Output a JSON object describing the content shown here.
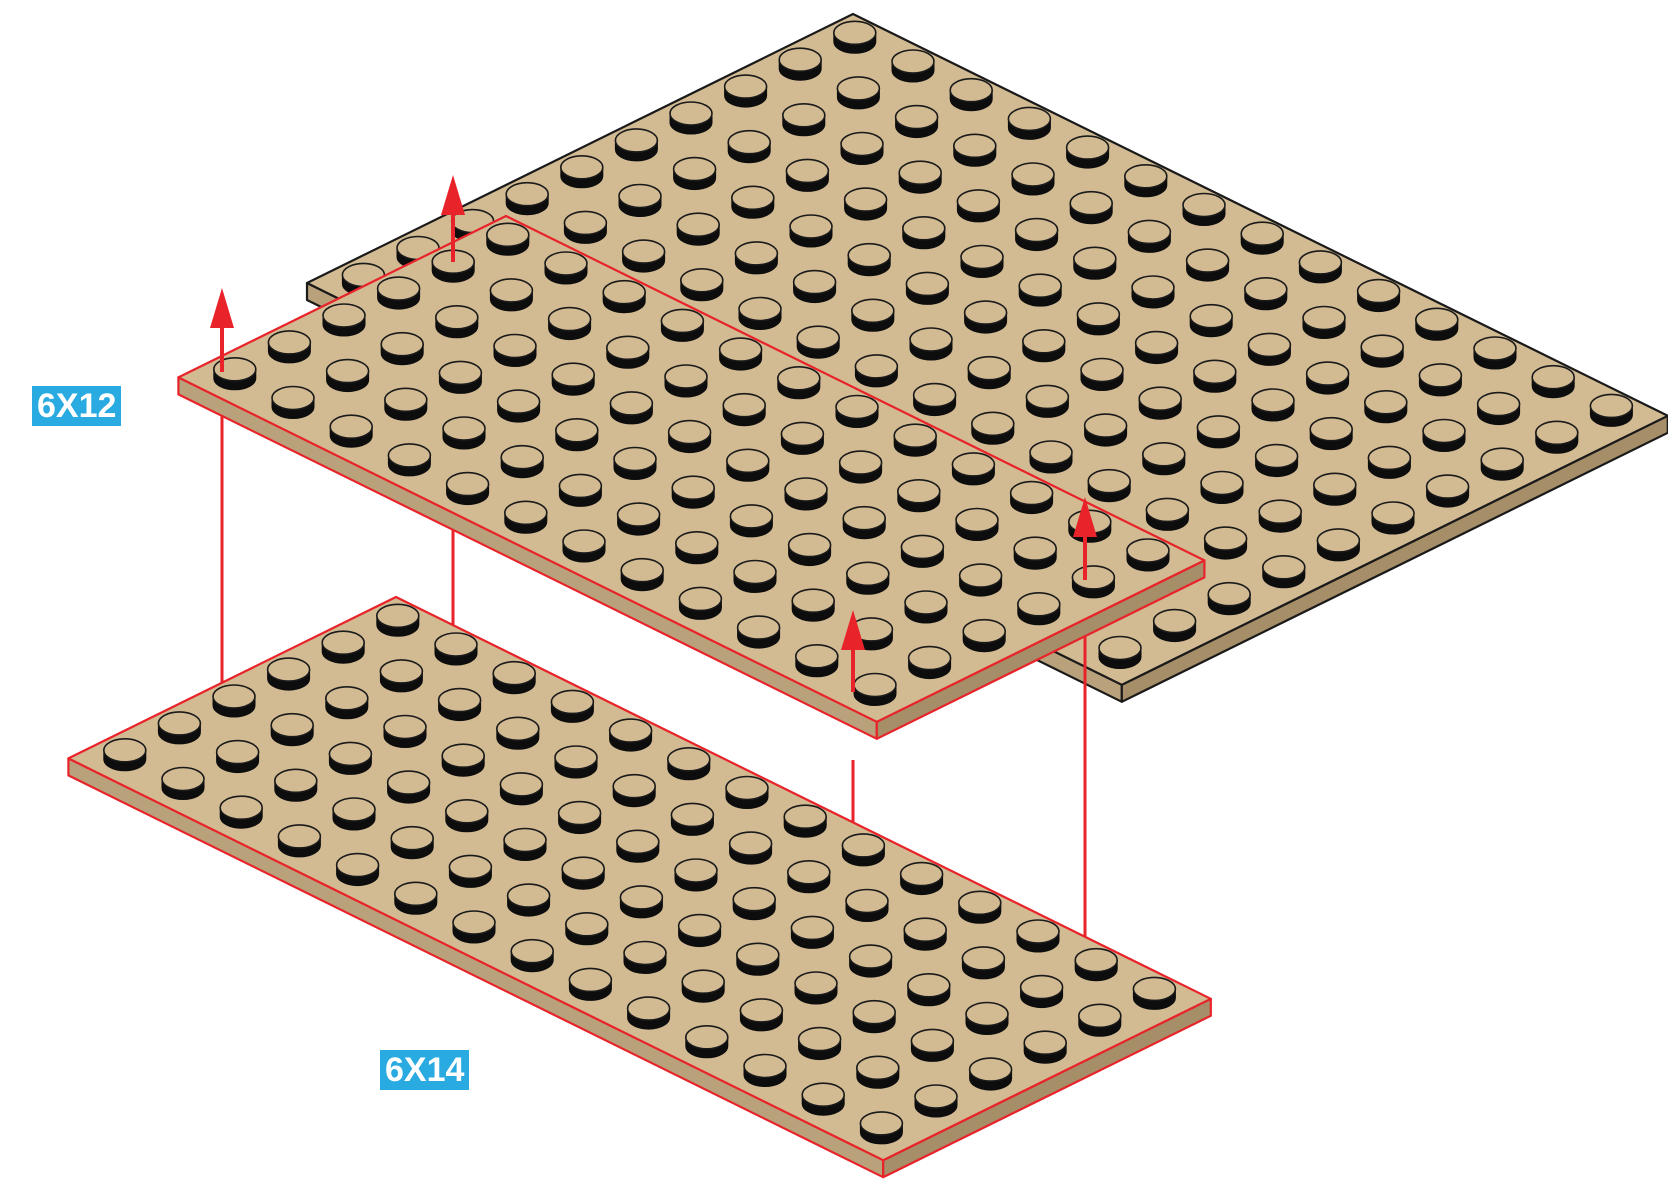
{
  "colors": {
    "plate_top": "#d2bb93",
    "plate_side": "#b9a27b",
    "plate_front": "#a58e68",
    "stud_side": "#0d0d0d",
    "outline": "#1a1a1a",
    "highlight": "#e8232a",
    "label_bg": "#29abe2",
    "label_text": "#ffffff"
  },
  "labels": {
    "top_plate": "6X12",
    "bottom_plate": "6X14"
  },
  "plates": [
    {
      "id": "base-plate",
      "rows": 10,
      "cols": 14,
      "highlighted": false
    },
    {
      "id": "plate-6x12",
      "rows": 6,
      "cols": 12,
      "highlighted": true
    },
    {
      "id": "plate-6x14",
      "rows": 6,
      "cols": 14,
      "highlighted": true
    }
  ],
  "arrows": {
    "count": 4,
    "direction": "up",
    "icon": "up-arrow-icon"
  },
  "guide_lines": {
    "count": 4
  }
}
